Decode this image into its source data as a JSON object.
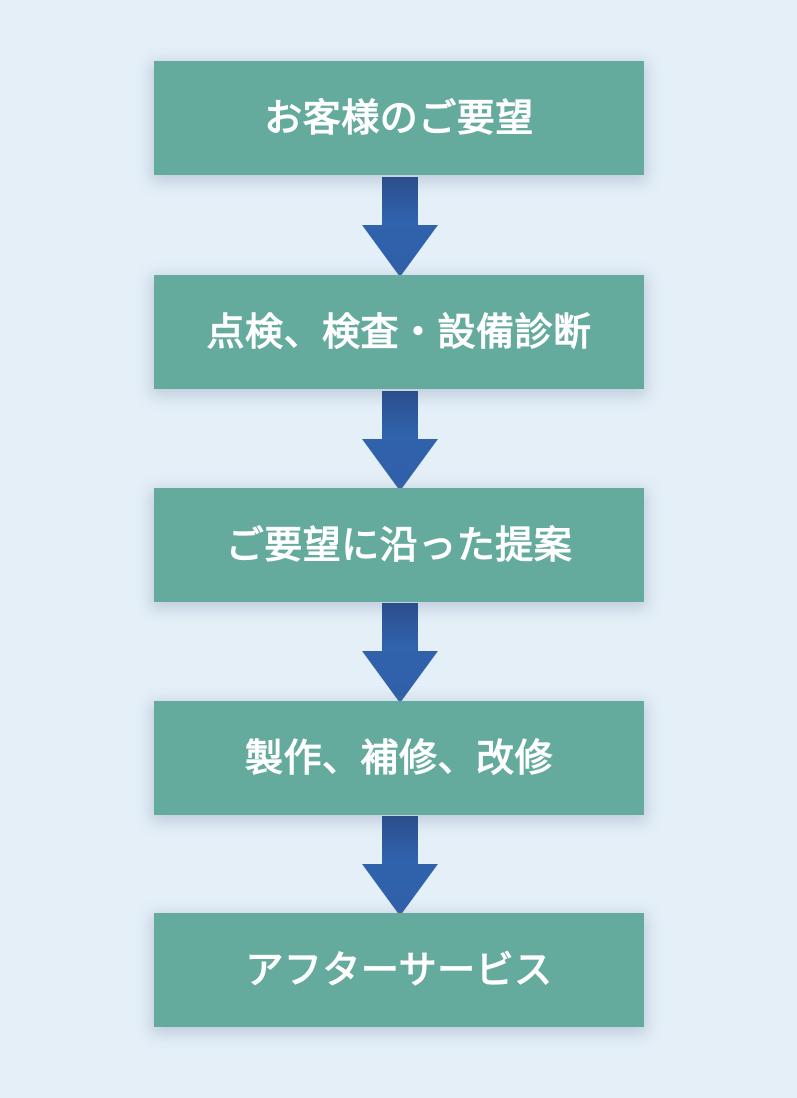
{
  "diagram": {
    "type": "vertical-flowchart",
    "title": "",
    "background_color": "#e4eff8",
    "box_color": "#64aa9d",
    "box_text_color": "#ffffff",
    "arrow_color_top": "#2b4e8c",
    "arrow_color_bottom": "#3064ae",
    "steps": [
      {
        "id": "step-1",
        "label": "お客様のご要望"
      },
      {
        "id": "step-2",
        "label": "点検、検査・設備診断"
      },
      {
        "id": "step-3",
        "label": "ご要望に沿った提案"
      },
      {
        "id": "step-4",
        "label": "製作、補修、改修"
      },
      {
        "id": "step-5",
        "label": "アフターサービス"
      }
    ],
    "connectors": [
      {
        "id": "arrow-1",
        "icon": "arrow-down-icon",
        "from": "step-1",
        "to": "step-2"
      },
      {
        "id": "arrow-2",
        "icon": "arrow-down-icon",
        "from": "step-2",
        "to": "step-3"
      },
      {
        "id": "arrow-3",
        "icon": "arrow-down-icon",
        "from": "step-3",
        "to": "step-4"
      },
      {
        "id": "arrow-4",
        "icon": "arrow-down-icon",
        "from": "step-4",
        "to": "step-5"
      }
    ]
  }
}
